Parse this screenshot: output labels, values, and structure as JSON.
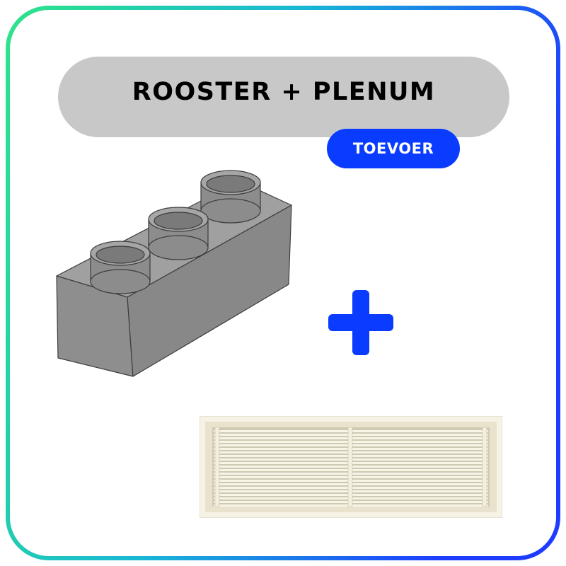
{
  "title": "ROOSTER + PLENUM",
  "badge": "TOEVOER",
  "plus_symbol": "+",
  "images": {
    "plenum": "plenum-box-with-three-round-connections",
    "grille": "linear-bar-grille"
  },
  "colors": {
    "accent_blue": "#0a3cff",
    "title_pill": "#c8c8c8",
    "frame_gradient_start": "#2ee38a",
    "frame_gradient_end": "#1e3cff",
    "plenum_grey": "#8a8a8a",
    "grille_cream": "#f4f0e2"
  }
}
